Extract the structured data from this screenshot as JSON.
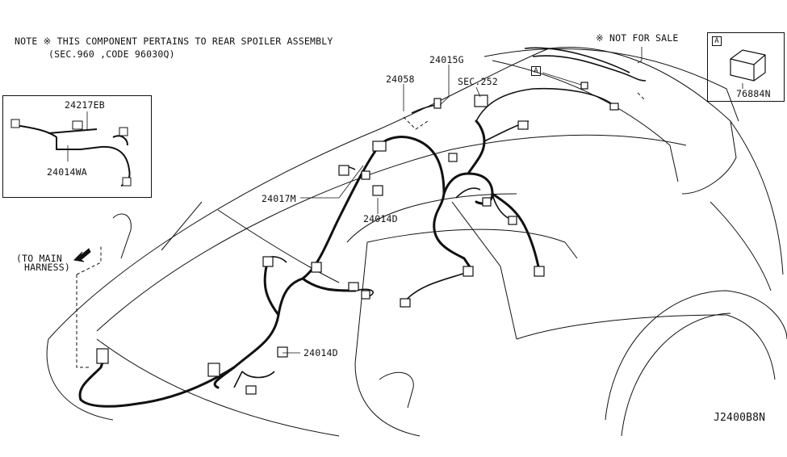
{
  "note": {
    "line1": "NOTE ※ THIS COMPONENT PERTAINS TO REAR SPOILER ASSEMBLY",
    "line2": "(SEC.960 ,CODE 96030Q)"
  },
  "not_for_sale": "※ NOT FOR SALE",
  "to_main_harness": {
    "line1": "(TO MAIN",
    "line2": "HARNESS)"
  },
  "parts": {
    "p24217EB": "24217EB",
    "p24014WA": "24014WA",
    "p24058": "24058",
    "p24015G": "24015G",
    "sec252": "SEC.252",
    "p24017M": "24017M",
    "p24014D_a": "24014D",
    "p24014D_b": "24014D",
    "p76884N": "76884N"
  },
  "marker_a": "A",
  "diagram_code": "J2400B8N",
  "colors": {
    "ink": "#111111",
    "background": "#ffffff"
  }
}
